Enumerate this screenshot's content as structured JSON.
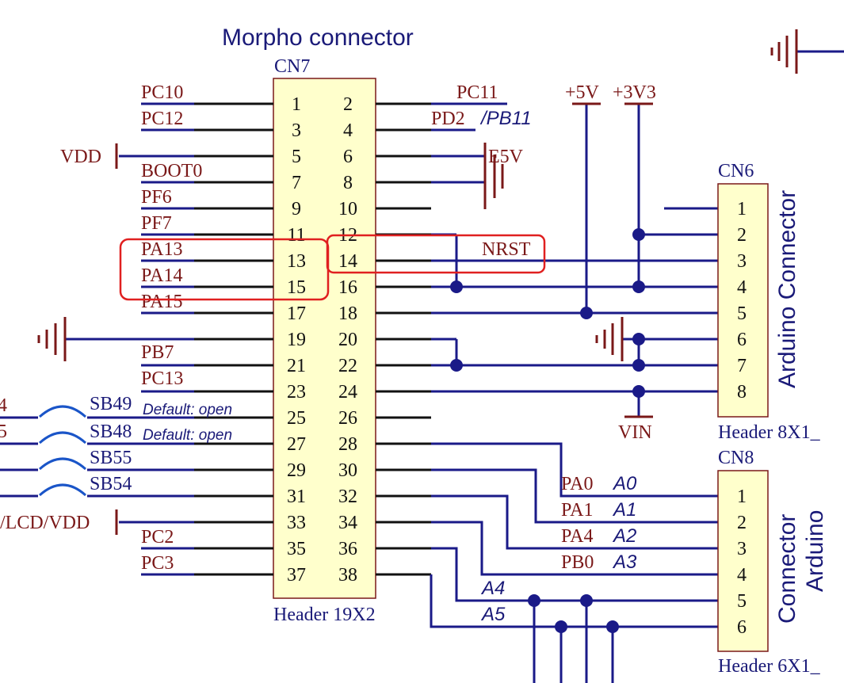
{
  "title": "Morpho connector",
  "cn7": {
    "ref": "CN7",
    "footer": "Header 19X2",
    "left_pins": [
      "1",
      "3",
      "5",
      "7",
      "9",
      "11",
      "13",
      "15",
      "17",
      "19",
      "21",
      "23",
      "25",
      "27",
      "29",
      "31",
      "33",
      "35",
      "37"
    ],
    "right_pins": [
      "2",
      "4",
      "6",
      "8",
      "10",
      "12",
      "14",
      "16",
      "18",
      "20",
      "22",
      "24",
      "26",
      "28",
      "30",
      "32",
      "34",
      "36",
      "38"
    ]
  },
  "left_labels": {
    "pc10": "PC10",
    "pc12": "PC12",
    "vdd": "VDD",
    "boot0": "BOOT0",
    "pf6": "PF6",
    "pf7": "PF7",
    "pa13": "PA13",
    "pa14": "PA14",
    "pa15": "PA15",
    "pb7": "PB7",
    "pc13": "PC13",
    "pc2": "PC2",
    "pc3": "PC3",
    "lcd_vdd": "/LCD/VDD",
    "clip_4": "4",
    "clip_5": "5"
  },
  "solder_bridges": {
    "sb49": "SB49",
    "sb48": "SB48",
    "sb55": "SB55",
    "sb54": "SB54",
    "default_open": "Default: open"
  },
  "right_labels": {
    "pc11": "PC11",
    "pd2": "PD2",
    "pb11": "/PB11",
    "e5v": "E5V",
    "nrst": "NRST",
    "plus5v": "+5V",
    "plus3v3": "+3V3",
    "vin": "VIN",
    "pa0": "PA0",
    "pa1": "PA1",
    "pa4": "PA4",
    "pb0": "PB0",
    "a0": "A0",
    "a1": "A1",
    "a2": "A2",
    "a3": "A3",
    "a4": "A4",
    "a5": "A5"
  },
  "cn6": {
    "ref": "CN6",
    "title": "Arduino Connector",
    "footer": "Header 8X1_",
    "pins": [
      "1",
      "2",
      "3",
      "4",
      "5",
      "6",
      "7",
      "8"
    ]
  },
  "cn8": {
    "ref": "CN8",
    "title_line1": "Connector",
    "title_line2": "Arduino",
    "footer": "Header 6X1_",
    "pins": [
      "1",
      "2",
      "3",
      "4",
      "5",
      "6"
    ]
  }
}
